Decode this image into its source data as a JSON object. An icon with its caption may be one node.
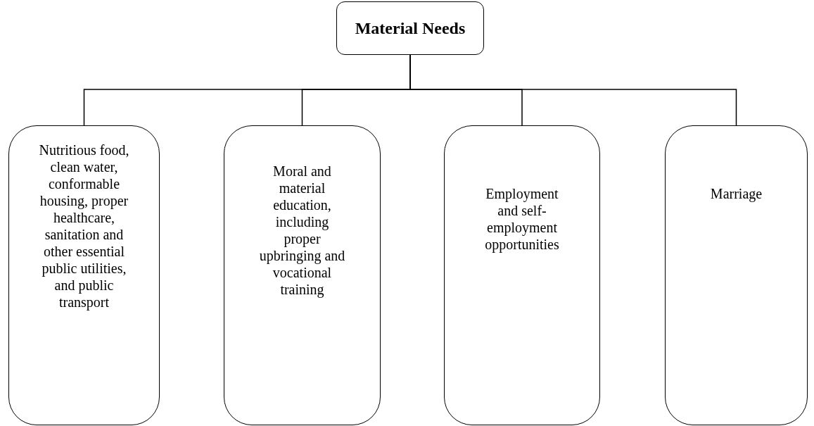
{
  "diagram": {
    "nodes": [
      {
        "text": [
          "Material Needs"
        ]
      },
      {
        "text": [
          "Nutritious food, clean water, conformable housing, proper healthcare, sanitation and other essential public utilities, and public transport"
        ]
      },
      {
        "text": [
          "Moral and material education, including proper upbringing and vocational training"
        ]
      },
      {
        "text": [
          "Employment and self-employment opportunities"
        ]
      },
      {
        "text": [
          "Marriage"
        ]
      }
    ],
    "edges": [
      {
        "from": 0,
        "to": 1,
        "arrow": "none"
      },
      {
        "from": 0,
        "to": 2,
        "arrow": "none"
      },
      {
        "from": 0,
        "to": 3,
        "arrow": "none"
      },
      {
        "from": 0,
        "to": 4,
        "arrow": "none"
      }
    ]
  }
}
